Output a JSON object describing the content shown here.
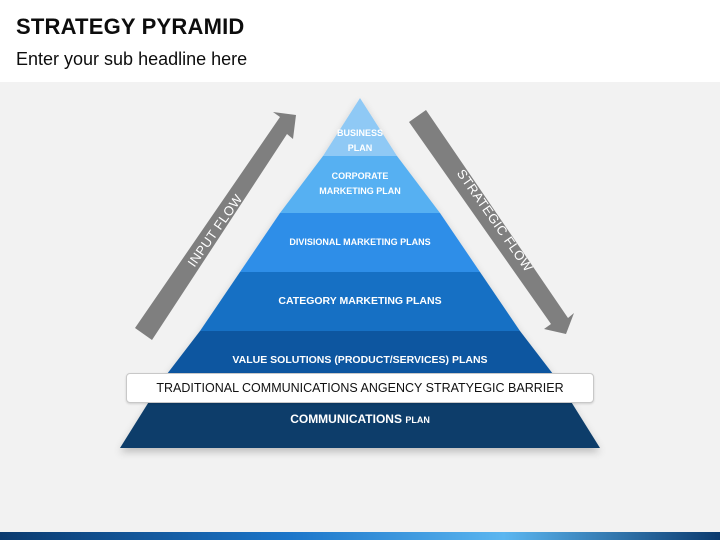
{
  "header": {
    "title": "STRATEGY PYRAMID",
    "subtitle": "Enter your sub headline here"
  },
  "pyramid": {
    "levels": [
      {
        "label_line1": "BUSINESS",
        "label_line2": "PLAN",
        "color": "#8fc9f5"
      },
      {
        "label_line1": "CORPORATE",
        "label_line2": "MARKETING PLAN",
        "color": "#57b0f2"
      },
      {
        "label": "DIVISIONAL MARKETING PLANS",
        "color": "#2f8ee8"
      },
      {
        "label": "CATEGORY MARKETING PLANS",
        "color": "#1670c4"
      },
      {
        "label": "VALUE SOLUTIONS (PRODUCT/SERVICES) PLANS",
        "color": "#0d57a0"
      },
      {
        "label_main": "COMMUNICATIONS",
        "label_small": "PLAN",
        "color": "#0a3d6b"
      }
    ],
    "barrier_label": "TRADITIONAL COMMUNICATIONS ANGENCY STRATYEGIC BARRIER"
  },
  "arrows": {
    "left_label": "INPUT FLOW",
    "right_label": "STRATEGIC FLOW",
    "color": "#7f7f7f"
  }
}
